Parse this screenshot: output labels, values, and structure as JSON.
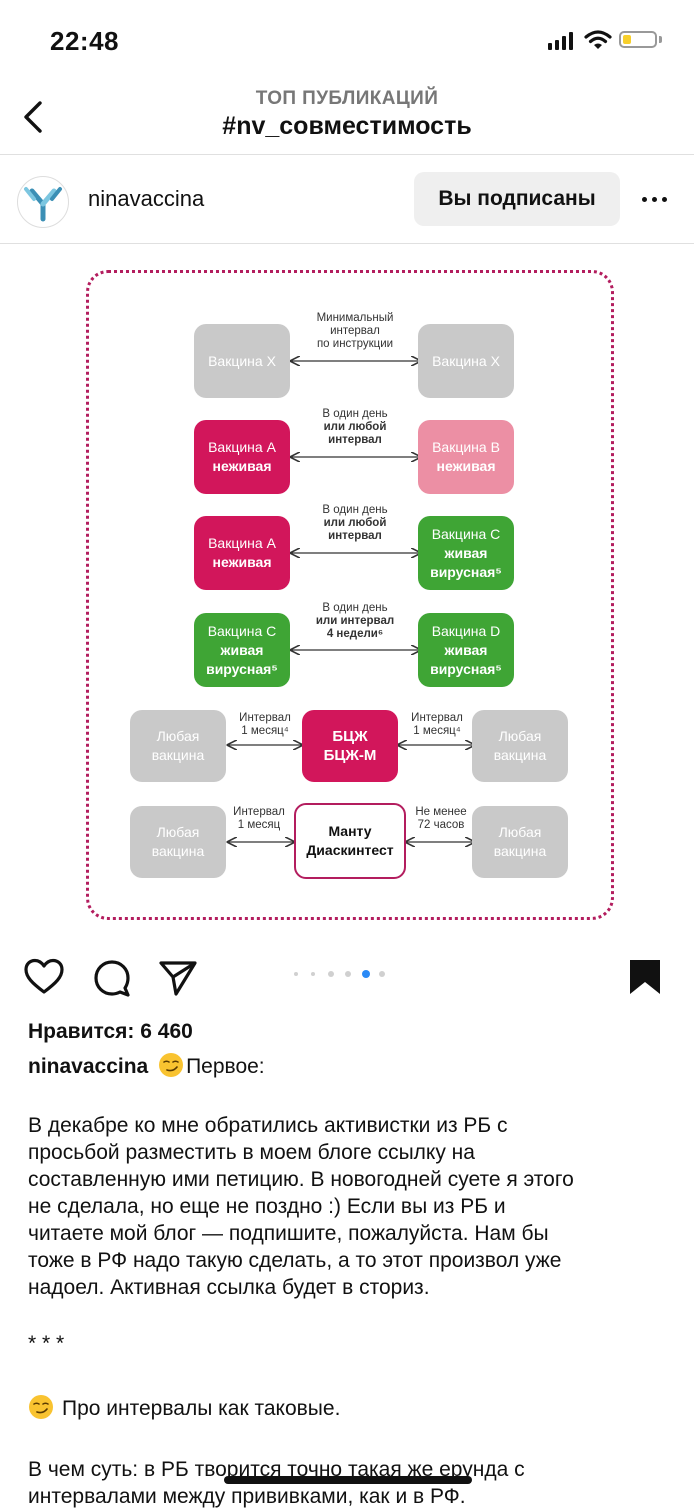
{
  "status_bar": {
    "time": "22:48",
    "battery_percent": 25
  },
  "nav": {
    "subtitle": "ТОП ПУБЛИКАЦИЙ",
    "title": "#nv_совместимость"
  },
  "post": {
    "username": "ninavaccina",
    "follow_label": "Вы подписаны"
  },
  "infographic": {
    "rows": [
      {
        "left": "Вакцина X",
        "right": "Вакцина X",
        "label_lines": [
          "Минимальный",
          "интервал",
          "по инструкции"
        ]
      },
      {
        "left_1": "Вакцина А",
        "left_2": "неживая",
        "right_1": "Вакцина В",
        "right_2": "неживая",
        "label_1": "В один день",
        "label_2": "или любой",
        "label_3": "интервал"
      },
      {
        "left_1": "Вакцина А",
        "left_2": "неживая",
        "right_1": "Вакцина С",
        "right_2": "живая",
        "right_3": "вирусная⁵",
        "label_1": "В один день",
        "label_2": "или любой",
        "label_3": "интервал"
      },
      {
        "left_1": "Вакцина С",
        "left_2": "живая",
        "left_3": "вирусная⁵",
        "right_1": "Вакцина D",
        "right_2": "живая",
        "right_3": "вирусная⁵",
        "label_1": "В один день",
        "label_2": "или интервал",
        "label_3": "4 недели⁶"
      },
      {
        "left_1": "Любая",
        "left_2": "вакцина",
        "center_1": "БЦЖ",
        "center_2": "БЦЖ-М",
        "right_1": "Любая",
        "right_2": "вакцина",
        "label_l1": "Интервал",
        "label_l2": "1 месяц⁴",
        "label_r1": "Интервал",
        "label_r2": "1 месяц⁴"
      },
      {
        "left_1": "Любая",
        "left_2": "вакцина",
        "center_1": "Манту",
        "center_2": "Диаскинтест",
        "right_1": "Любая",
        "right_2": "вакцина",
        "label_l1": "Интервал",
        "label_l2": "1 месяц",
        "label_r1": "Не менее",
        "label_r2": "72 часов"
      }
    ]
  },
  "carousel": {
    "count": 6,
    "active": 4
  },
  "likes": "Нравится: 6 460",
  "caption": {
    "first_line": "Первое:",
    "para1": [
      "В декабре ко мне обратились активистки из РБ с",
      "просьбой разместить в моем блоге ссылку на",
      "составленную ими петицию. В новогодней суете я этого",
      "не сделала, но еще не поздно :) Если вы из РБ и",
      "читаете мой блог — подпишите, пожалуйста. Нам бы",
      "тоже в РФ надо такую сделать, а то этот произвол уже",
      "надоел. Активная ссылка будет в сториз."
    ],
    "separator": "* * *",
    "para2": "Про интервалы как таковые.",
    "para3": [
      "В чем суть: в РБ творится точно такая же ерунда с",
      "интервалами между прививками, как и в РФ."
    ]
  },
  "colors": {
    "magenta": "#d2165b",
    "pink": "#ec8fa4",
    "green": "#3fa535",
    "gray": "#c9c9c9",
    "frame": "#b31d5e"
  }
}
